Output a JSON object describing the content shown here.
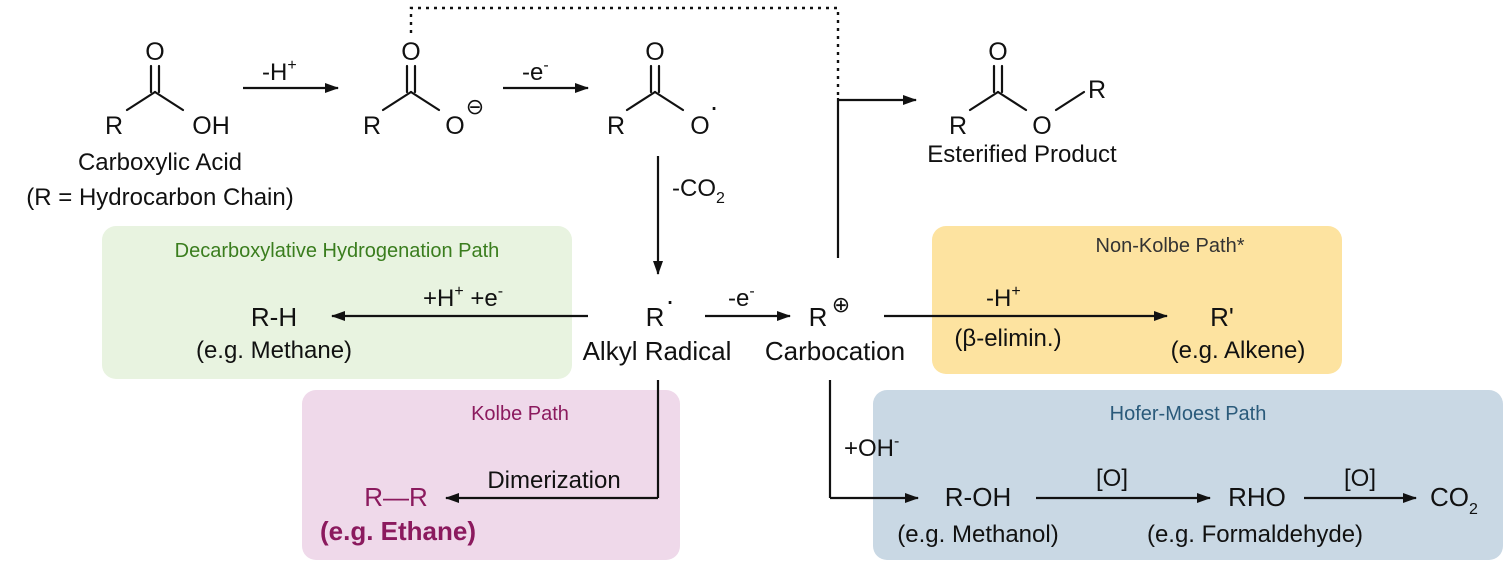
{
  "colors": {
    "green_bg": "#e8f3e0",
    "green_text": "#3a7d1e",
    "pink_bg": "#efd9ea",
    "pink_text": "#8b1a5e",
    "yellow_bg": "#fde3a0",
    "yellow_text": "#333333",
    "blue_bg": "#c9d8e4",
    "blue_text": "#2a5a7a"
  },
  "reactant": {
    "o_label": "O",
    "r_label": "R",
    "oh_label": "OH",
    "name": "Carboxylic Acid",
    "subtitle": "(R = Hydrocarbon Chain)"
  },
  "step1": {
    "label": "-H",
    "sup": "+"
  },
  "carboxylate": {
    "o_top": "O",
    "r_label": "R",
    "o_label": "O",
    "charge": "⊖"
  },
  "step2": {
    "label": "-e",
    "sup": "-"
  },
  "carboxyl_radical": {
    "o_top": "O",
    "r_label": "R",
    "o_label": "O",
    "dot": "·"
  },
  "step3": {
    "label": "-CO",
    "sub": "2"
  },
  "ester": {
    "o_top": "O",
    "r_left": "R",
    "o_label": "O",
    "r_right": "R",
    "name": "Esterified Product"
  },
  "alkyl_radical": {
    "r_label": "R",
    "dot": "·",
    "name": "Alkyl Radical"
  },
  "step4": {
    "label": "-e",
    "sup": "-"
  },
  "carbocation": {
    "r_label": "R",
    "charge": "⊕",
    "name": "Carbocation"
  },
  "green_path": {
    "title": "Decarboxylative Hydrogenation Path",
    "arrow_label_a": "+H",
    "arrow_sup_a": "+",
    "arrow_label_b": " +e",
    "arrow_sup_b": "-",
    "product": "R-H",
    "example": "(e.g. Methane)"
  },
  "yellow_path": {
    "title": "Non-Kolbe Path*",
    "arrow_label": "-H",
    "arrow_sup": "+",
    "arrow_sublabel": "(β-elimin.)",
    "product": "R'",
    "example": "(e.g. Alkene)"
  },
  "pink_path": {
    "title": "Kolbe Path",
    "arrow_label": "Dimerization",
    "product": "R—R",
    "example": "(e.g. Ethane)"
  },
  "blue_path": {
    "title": "Hofer-Moest Path",
    "branch_label": "+OH",
    "branch_sup": "-",
    "product1": "R-OH",
    "example1": "(e.g. Methanol)",
    "ox1": "[O]",
    "product2": "RHO",
    "example2": "(e.g. Formaldehyde)",
    "ox2": "[O]",
    "product3": "CO",
    "product3_sub": "2"
  }
}
